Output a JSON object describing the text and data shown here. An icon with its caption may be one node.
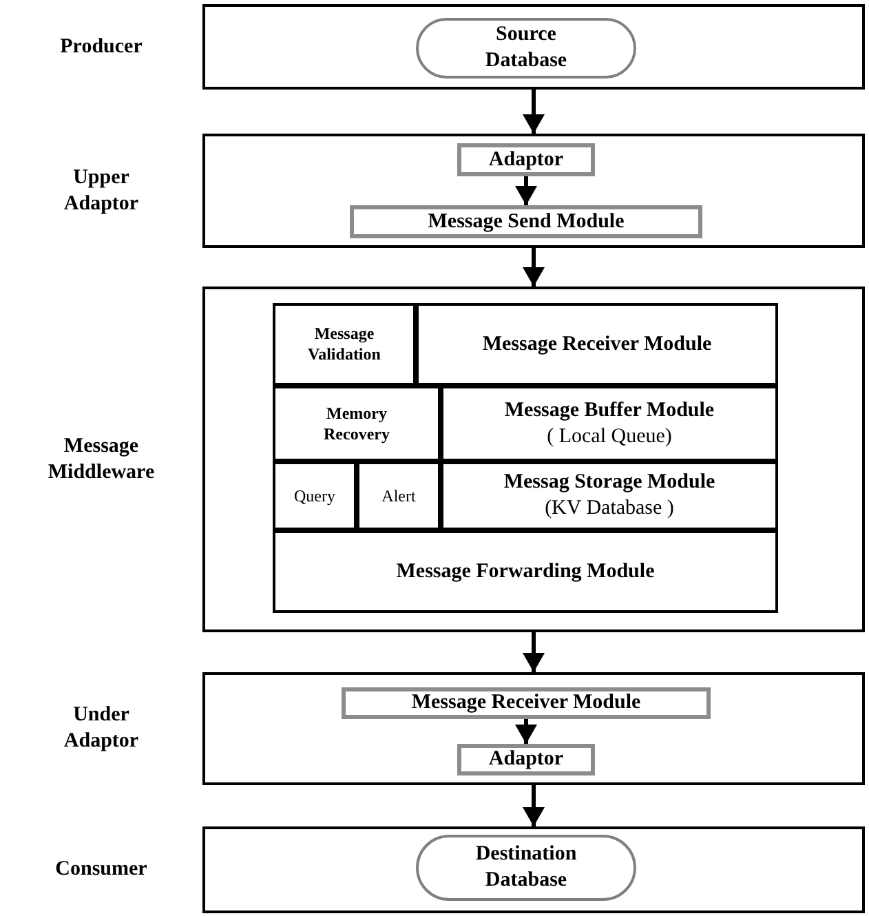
{
  "diagram": {
    "nodes": [
      {
        "text": [
          "Producer"
        ]
      },
      {
        "text": [
          "Source Database"
        ],
        "in": 0
      },
      {
        "text": [
          "Upper Adaptor"
        ]
      },
      {
        "text": [
          "Adaptor"
        ],
        "in": 2
      },
      {
        "text": [
          "Message Send  Module"
        ],
        "in": 2
      },
      {
        "text": [
          "Message Middleware"
        ]
      },
      {
        "text": [
          "Message Validation"
        ],
        "in": 5
      },
      {
        "text": [
          "Message Receiver Module"
        ],
        "in": 5
      },
      {
        "text": [
          "Memory Recovery"
        ],
        "in": 5
      },
      {
        "text": [
          "Message Buffer Module",
          "( Local Queue)"
        ],
        "in": 5
      },
      {
        "text": [
          "Query"
        ],
        "in": 5
      },
      {
        "text": [
          "Alert"
        ],
        "in": 5
      },
      {
        "text": [
          "Messag Storage Module",
          "(KV Database )"
        ],
        "in": 5
      },
      {
        "text": [
          "Message Forwarding Module"
        ],
        "in": 5
      },
      {
        "text": [
          "Under Adaptor"
        ]
      },
      {
        "text": [
          "Message Receiver Module"
        ],
        "in": 14
      },
      {
        "text": [
          "Adaptor"
        ],
        "in": 14
      },
      {
        "text": [
          "Consumer"
        ]
      },
      {
        "text": [
          "Destination Database"
        ],
        "in": 17
      }
    ],
    "edges": [
      {
        "from": 0,
        "to": 2,
        "arrow": "to"
      },
      {
        "from": 3,
        "to": 4,
        "arrow": "to"
      },
      {
        "from": 2,
        "to": 5,
        "arrow": "to"
      },
      {
        "from": 5,
        "to": 14,
        "arrow": "to"
      },
      {
        "from": 15,
        "to": 16,
        "arrow": "to"
      },
      {
        "from": 14,
        "to": 17,
        "arrow": "to"
      }
    ]
  }
}
